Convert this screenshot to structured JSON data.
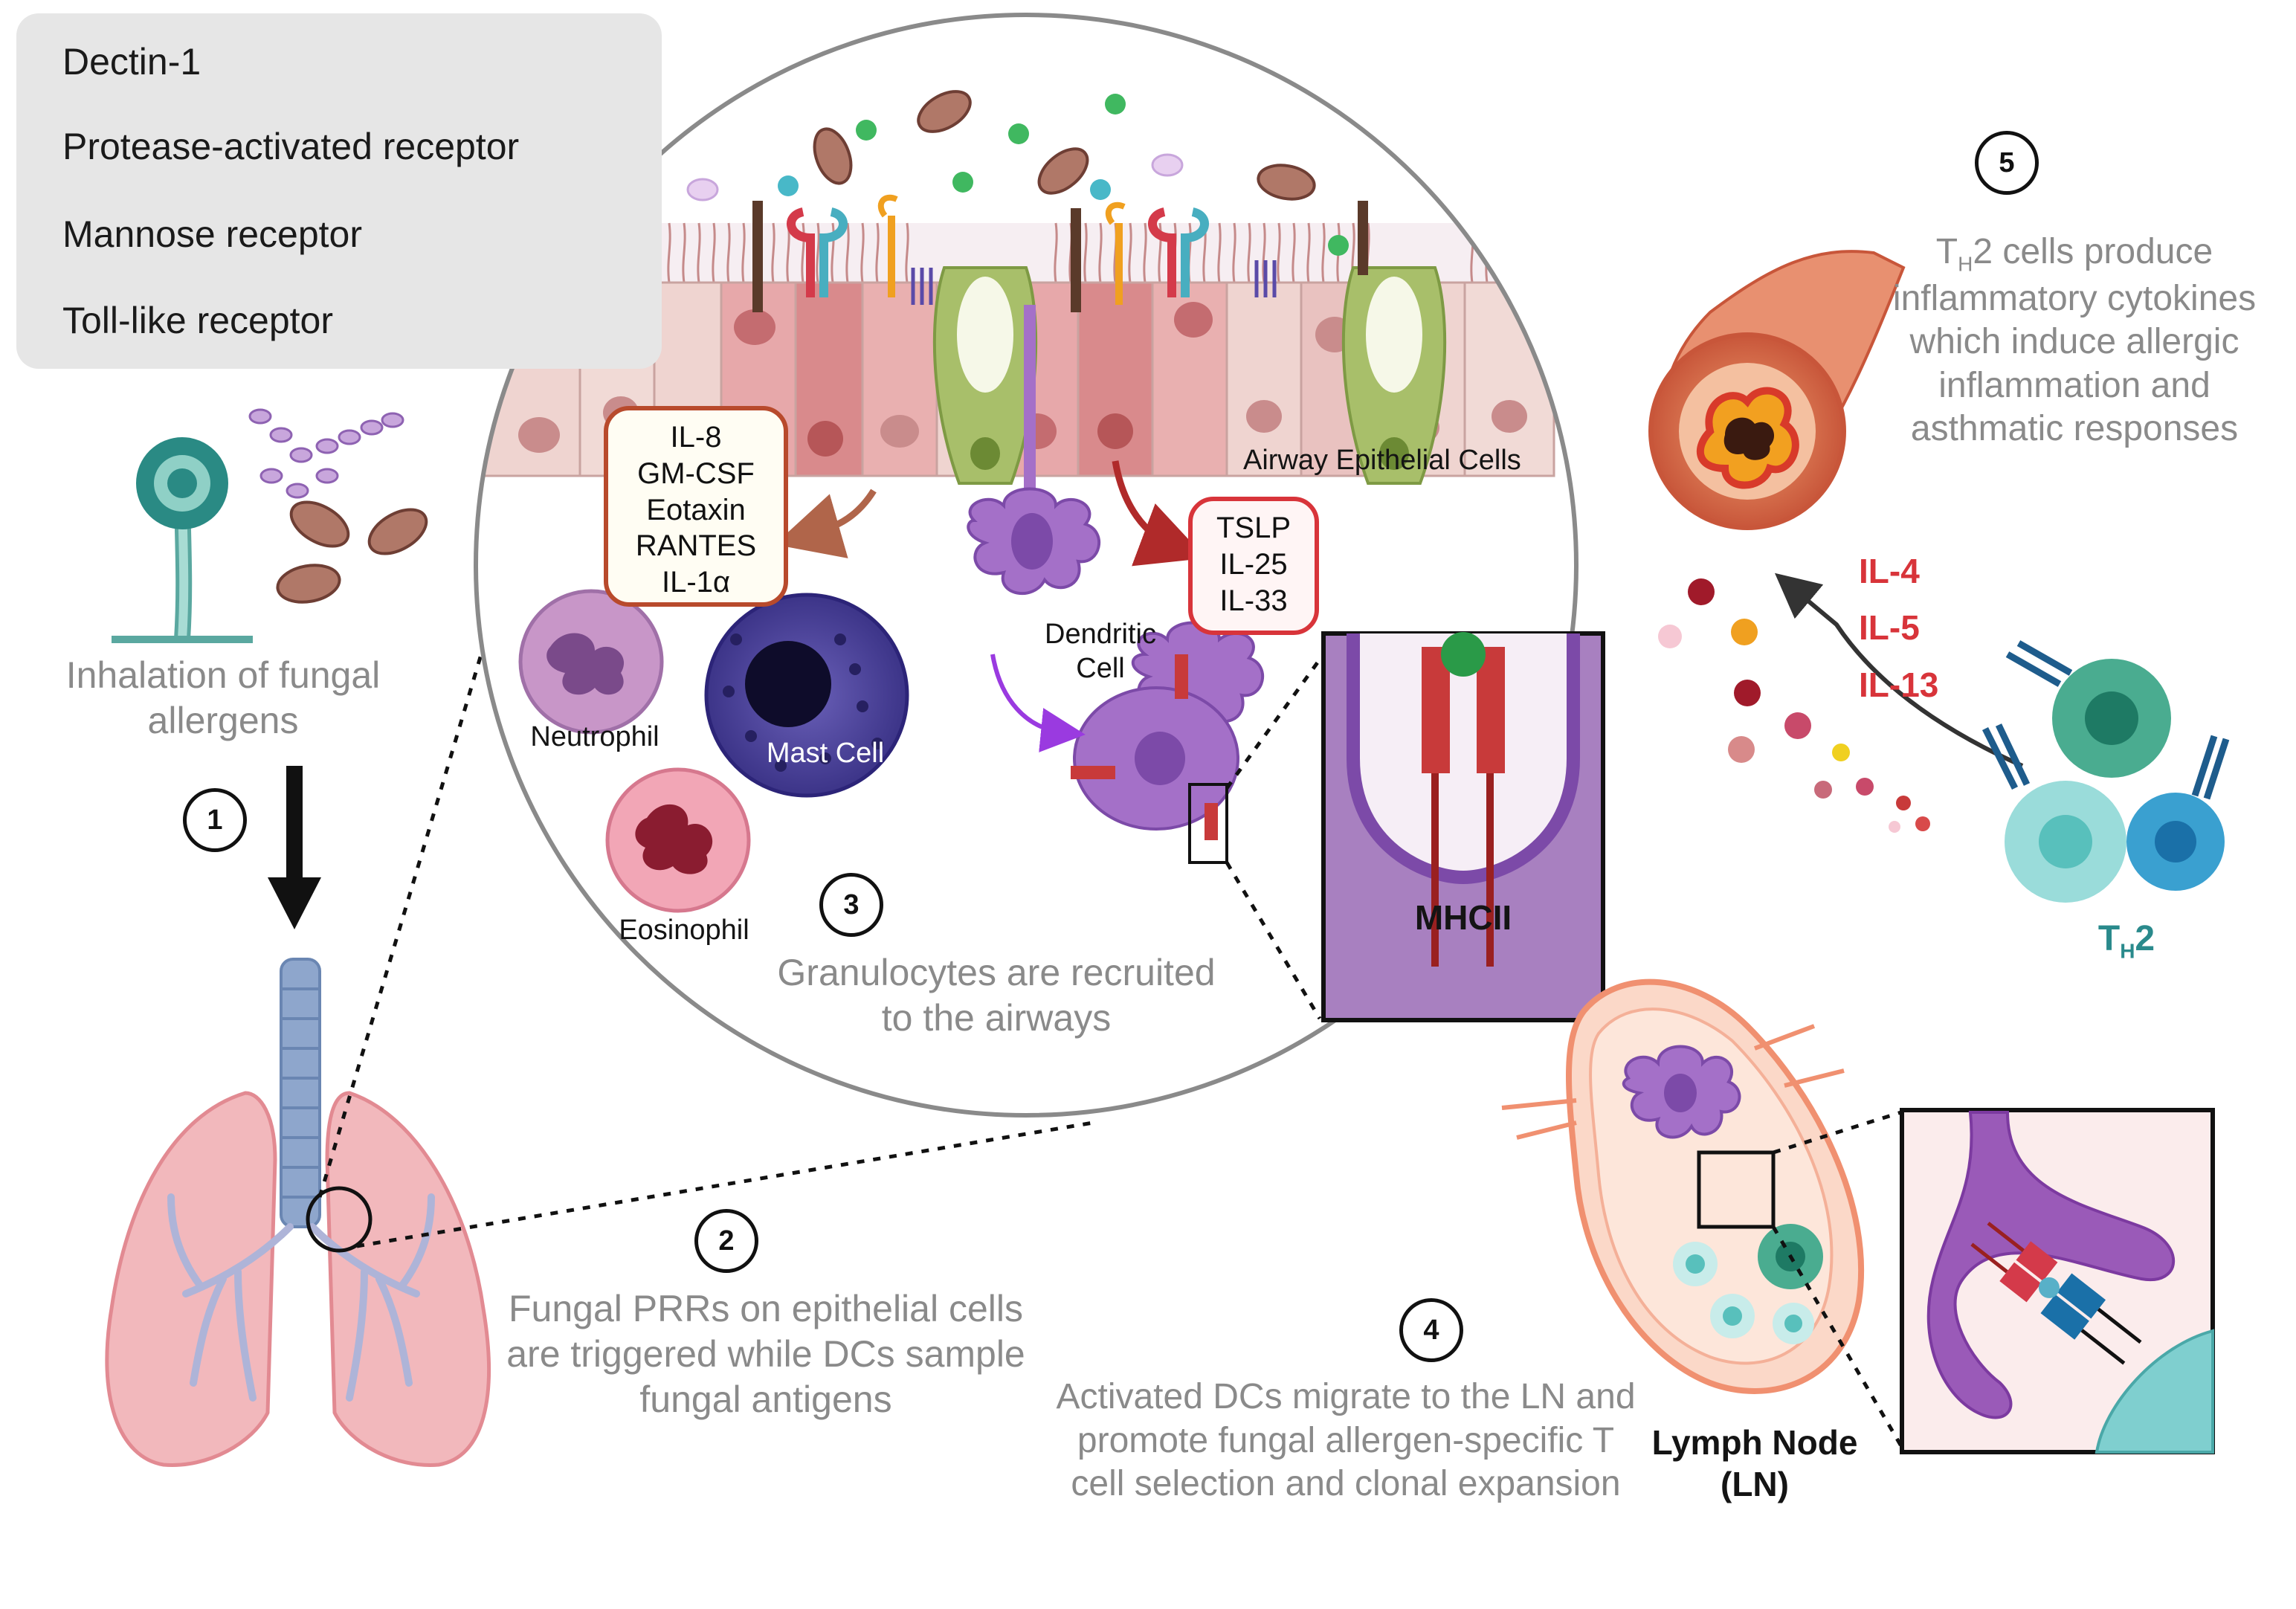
{
  "legend": {
    "items": [
      {
        "label": "Dectin-1",
        "icon": "dectin-1-icon"
      },
      {
        "label": "Protease-activated receptor",
        "icon": "protease-activated-receptor-icon"
      },
      {
        "label": "Mannose receptor",
        "icon": "mannose-receptor-icon"
      },
      {
        "label": "Toll-like receptor",
        "icon": "toll-like-receptor-icon"
      }
    ]
  },
  "steps": [
    {
      "number": "1",
      "text": "Inhalation of fungal allergens"
    },
    {
      "number": "2",
      "text": "Fungal PRRs on epithelial cells are triggered while DCs sample fungal antigens"
    },
    {
      "number": "3",
      "text": "Granulocytes are recruited to the airways"
    },
    {
      "number": "4",
      "text": "Activated DCs migrate to the LN and promote fungal allergen-specific T cell selection and clonal expansion"
    },
    {
      "number": "5",
      "text_parts": [
        "T",
        "H",
        "2 cells produce inflammatory cytokines which induce allergic inflammation and asthmatic responses"
      ]
    }
  ],
  "labels": {
    "airway_epithelial": "Airway Epithelial Cells",
    "dendritic_cell": "Dendritic Cell",
    "neutrophil": "Neutrophil",
    "mast_cell": "Mast Cell",
    "eosinophil": "Eosinophil",
    "mhcii": "MHCII",
    "lymph_node": "Lymph Node (LN)",
    "th2_main": "T",
    "th2_sub": "H",
    "th2_suffix": "2"
  },
  "epithelial_cytokines": [
    "IL-8",
    "GM-CSF",
    "Eotaxin",
    "RANTES",
    "IL-1α"
  ],
  "alarmins": [
    "TSLP",
    "IL-25",
    "IL-33"
  ],
  "th2_cytokines": [
    "IL-4",
    "IL-5",
    "IL-13"
  ],
  "colors": {
    "accent_red": "#d8343a",
    "text_gray": "#8a8a8a",
    "dc_purple": "#a470c8",
    "th2_teal": "#2a8a8c"
  }
}
